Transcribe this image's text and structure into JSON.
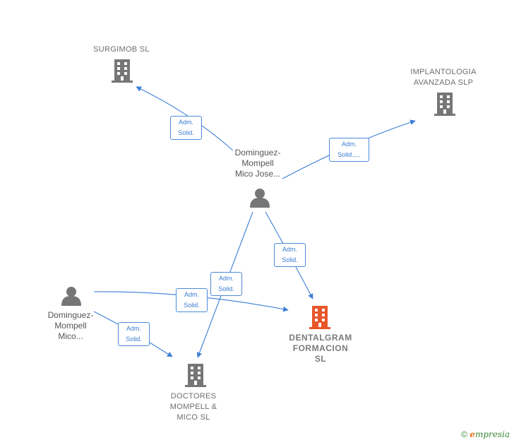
{
  "nodes": {
    "surgimob": {
      "lines": [
        "SURGIMOB  SL"
      ],
      "icon": "building-icon",
      "color": "#767676"
    },
    "implantologia": {
      "lines": [
        "IMPLANTOLOGIA",
        "AVANZADA  SLP"
      ],
      "icon": "building-icon",
      "color": "#767676"
    },
    "person_jose": {
      "lines": [
        "Dominguez-",
        "Mompell",
        "Mico Jose..."
      ],
      "icon": "person-icon",
      "color": "#767676"
    },
    "person_mico": {
      "lines": [
        "Dominguez-",
        "Mompell",
        "Mico..."
      ],
      "icon": "person-icon",
      "color": "#767676"
    },
    "dentalgram": {
      "lines": [
        "DENTALGRAM",
        "FORMACION",
        "SL"
      ],
      "icon": "building-icon",
      "color": "#e8562a"
    },
    "doctores": {
      "lines": [
        "DOCTORES",
        "MOMPELL &",
        "MICO  SL"
      ],
      "icon": "building-icon",
      "color": "#767676"
    }
  },
  "edges": [
    {
      "id": "jose-surgimob",
      "lines": [
        "Adm.",
        "Solid."
      ]
    },
    {
      "id": "jose-implantologia",
      "lines": [
        "Adm.",
        "Solid.,..."
      ]
    },
    {
      "id": "jose-dentalgram",
      "lines": [
        "Adm.",
        "Solid."
      ]
    },
    {
      "id": "jose-doctores",
      "lines": [
        "Adm.",
        "Solid."
      ]
    },
    {
      "id": "mico-dentalgram",
      "lines": [
        "Adm.",
        "Solid."
      ]
    },
    {
      "id": "mico-doctores",
      "lines": [
        "Adm.",
        "Solid."
      ]
    }
  ],
  "colors": {
    "edge": "#3d7fd6",
    "icon_default": "#767676",
    "icon_focus": "#e8562a"
  },
  "footer": {
    "copyright": "©",
    "brand_initial": "e",
    "brand_rest": "mpresia"
  }
}
